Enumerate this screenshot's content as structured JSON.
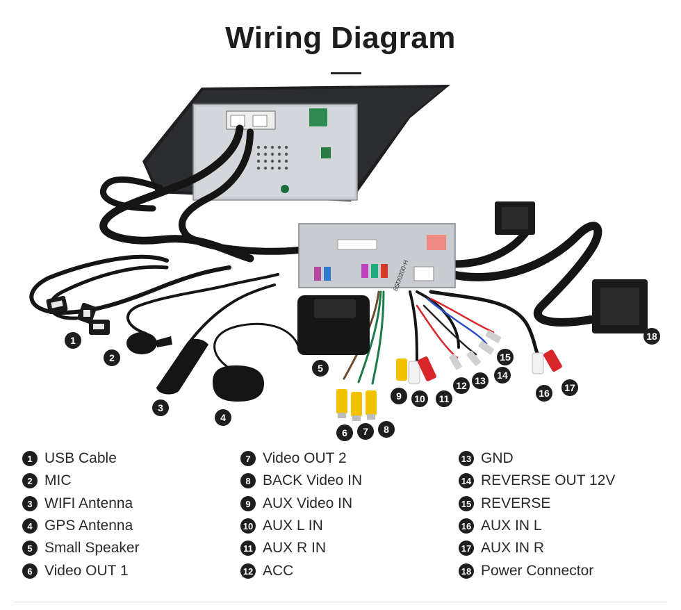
{
  "header": {
    "title": "Wiring Diagram"
  },
  "device": {
    "module_label": "8SD0200-H"
  },
  "markers": [
    {
      "n": "1"
    },
    {
      "n": "2"
    },
    {
      "n": "3"
    },
    {
      "n": "4"
    },
    {
      "n": "5"
    },
    {
      "n": "6"
    },
    {
      "n": "7"
    },
    {
      "n": "8"
    },
    {
      "n": "9"
    },
    {
      "n": "10"
    },
    {
      "n": "11"
    },
    {
      "n": "12"
    },
    {
      "n": "13"
    },
    {
      "n": "14"
    },
    {
      "n": "15"
    },
    {
      "n": "16"
    },
    {
      "n": "17"
    },
    {
      "n": "18"
    }
  ],
  "legend": {
    "items": [
      {
        "n": "1",
        "label": "USB Cable"
      },
      {
        "n": "2",
        "label": "MIC"
      },
      {
        "n": "3",
        "label": "WIFI Antenna"
      },
      {
        "n": "4",
        "label": "GPS Antenna"
      },
      {
        "n": "5",
        "label": "Small Speaker"
      },
      {
        "n": "6",
        "label": "Video OUT 1"
      },
      {
        "n": "7",
        "label": "Video OUT 2"
      },
      {
        "n": "8",
        "label": "BACK Video IN"
      },
      {
        "n": "9",
        "label": "AUX Video IN"
      },
      {
        "n": "10",
        "label": "AUX L IN"
      },
      {
        "n": "11",
        "label": "AUX R IN"
      },
      {
        "n": "12",
        "label": "ACC"
      },
      {
        "n": "13",
        "label": "GND"
      },
      {
        "n": "14",
        "label": "REVERSE OUT 12V"
      },
      {
        "n": "15",
        "label": "REVERSE"
      },
      {
        "n": "16",
        "label": "AUX IN L"
      },
      {
        "n": "17",
        "label": "AUX IN R"
      },
      {
        "n": "18",
        "label": "Power Connector"
      }
    ]
  },
  "colors": {
    "marker": "#1e1e1e",
    "cable": "#151515",
    "panel": "#c9ccd1",
    "rca_yellow": "#f2c200",
    "rca_red": "#d8262b",
    "rca_white": "#f1f1f1"
  }
}
